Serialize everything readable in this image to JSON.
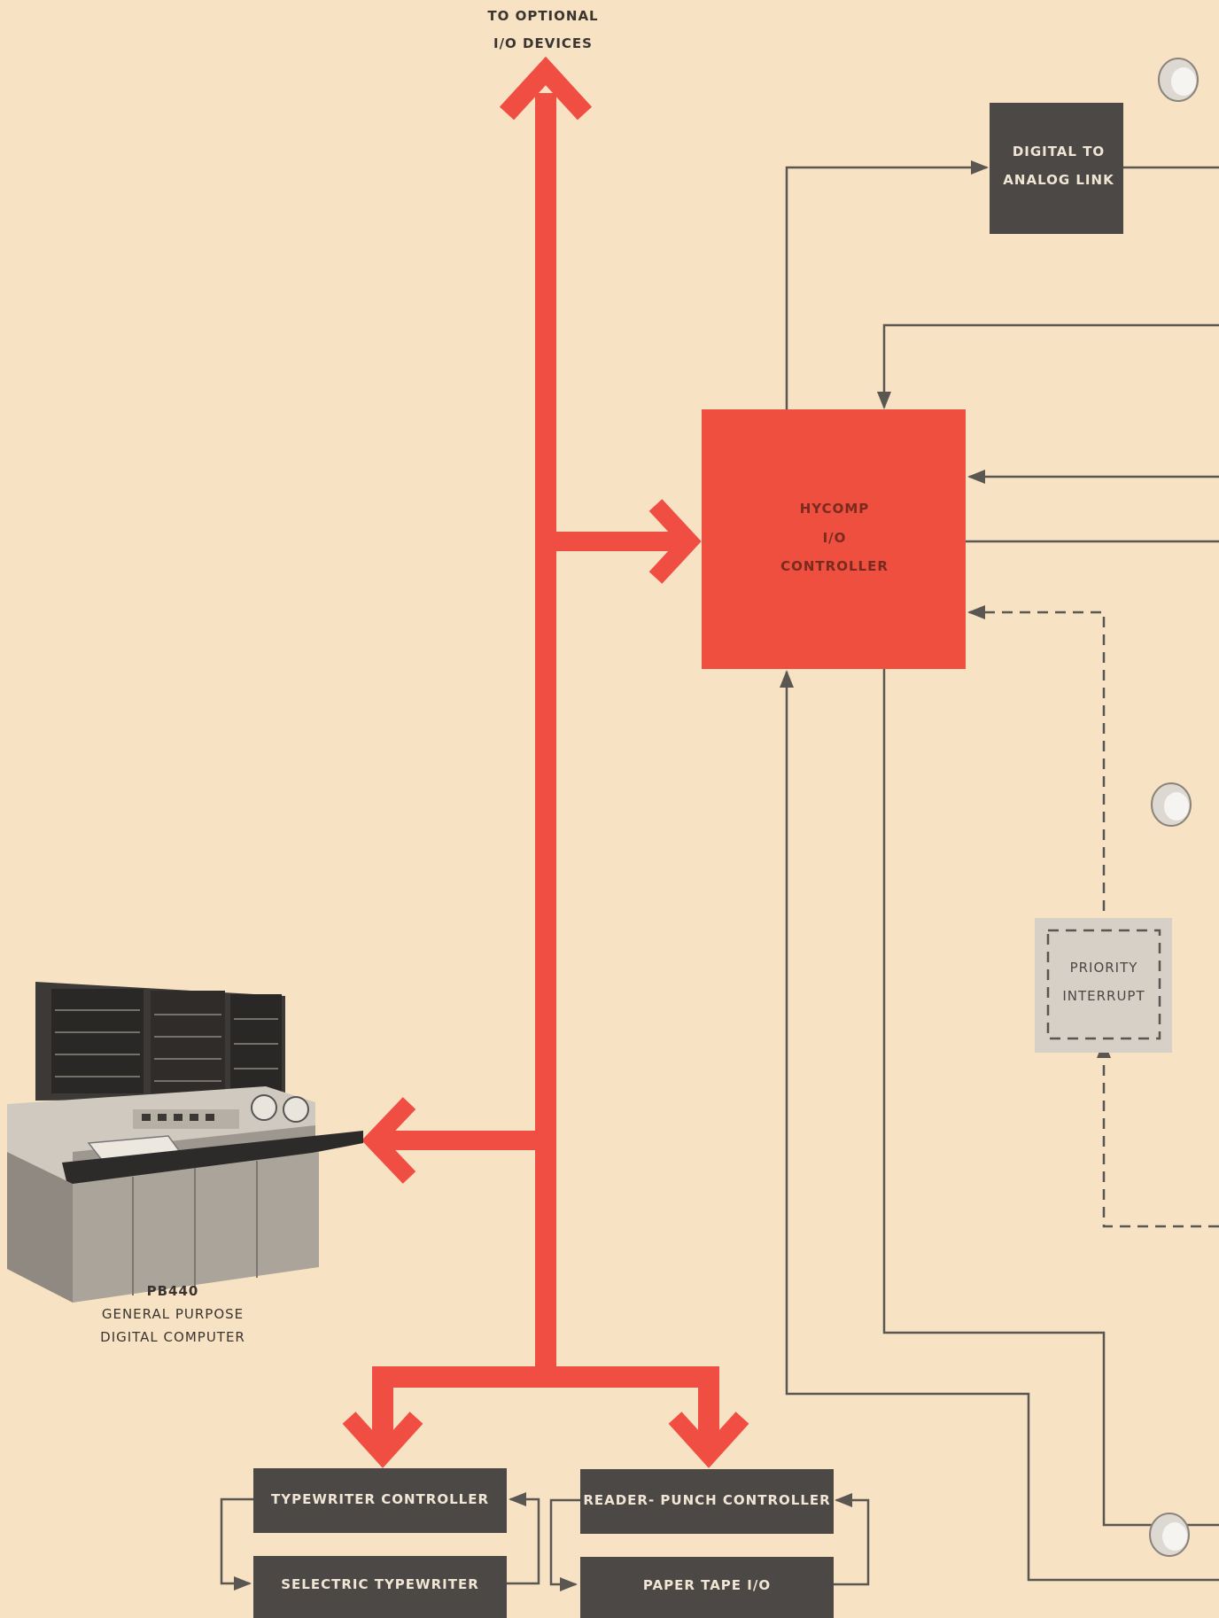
{
  "bus_top_label": [
    "TO OPTIONAL",
    "I/O DEVICES"
  ],
  "blocks": {
    "digital_to_analog": {
      "lines": [
        "DIGITAL TO",
        "ANALOG LINK"
      ]
    },
    "hycomp": {
      "lines": [
        "HYCOMP",
        "I/O",
        "CONTROLLER"
      ]
    },
    "priority_interrupt": {
      "lines": [
        "PRIORITY",
        "INTERRUPT"
      ]
    },
    "typewriter_controller": {
      "label": "TYPEWRITER  CONTROLLER"
    },
    "selectric_typewriter": {
      "label": "SELECTRIC  TYPEWRITER"
    },
    "reader_punch_controller": {
      "label": "READER- PUNCH  CONTROLLER"
    },
    "paper_tape": {
      "label": "PAPER TAPE   I/O"
    }
  },
  "computer_caption": [
    "PB440",
    "GENERAL PURPOSE",
    "DIGITAL COMPUTER"
  ],
  "colors": {
    "page": "#f8e2c4",
    "red_bus": "#f14e43",
    "hycomp_fill": "#ee4f3f",
    "dark_box": "#4b4845",
    "priority_fill": "#d6d0c6",
    "line": "#5a5652"
  }
}
